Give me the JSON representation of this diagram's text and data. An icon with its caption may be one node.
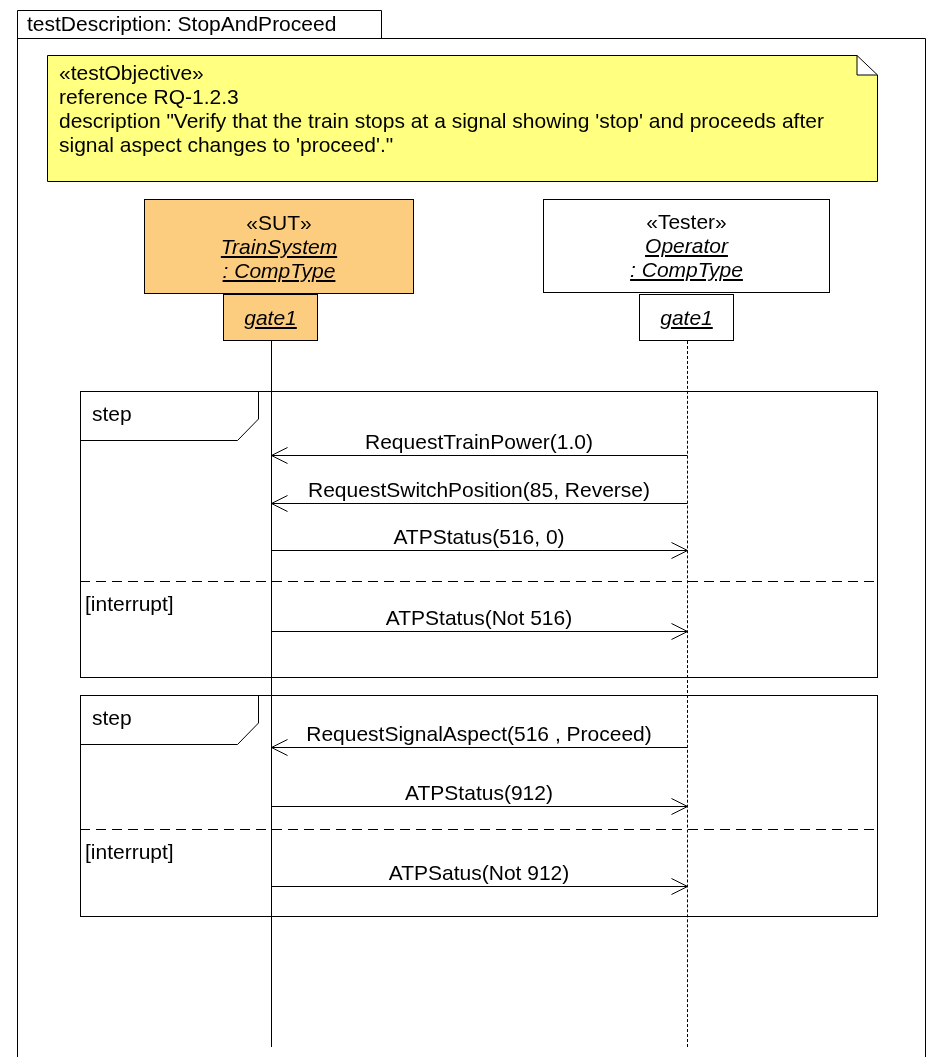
{
  "diagram": {
    "nodes": [
      {
        "text": [
          "testDescription: StopAndProceed"
        ]
      },
      {
        "text": [
          "«testObjective»",
          "reference RQ-1.2.3",
          "description \"Verify that the train stops at a signal showing 'stop' and proceeds after signal aspect changes to 'proceed'.\""
        ],
        "in": 0
      },
      {
        "text": [
          "«SUT»",
          "TrainSystem",
          ": CompType"
        ],
        "in": 0
      },
      {
        "text": [
          "gate1"
        ],
        "in": 0
      },
      {
        "text": [
          "«Tester»",
          "Operator",
          ": CompType"
        ],
        "in": 0
      },
      {
        "text": [
          "gate1"
        ],
        "in": 0
      },
      {
        "text": [],
        "shape": "line",
        "in": 0
      },
      {
        "text": [],
        "shape": "line",
        "in": 0
      }
    ],
    "labels": [
      "step",
      "[interrupt]",
      "step",
      "[interrupt]"
    ],
    "edges": [
      {
        "from": 7,
        "to": 6,
        "arrow": "to",
        "label": "RequestTrainPower(1.0)"
      },
      {
        "from": 7,
        "to": 6,
        "arrow": "to",
        "label": "RequestSwitchPosition(85, Reverse)"
      },
      {
        "from": 6,
        "to": 7,
        "arrow": "to",
        "label": "ATPStatus(516, 0)"
      },
      {
        "from": 6,
        "to": 7,
        "arrow": "to",
        "label": "ATPStatus(Not 516)"
      },
      {
        "from": 7,
        "to": 6,
        "arrow": "to",
        "label": "RequestSignalAspect(516 , Proceed)"
      },
      {
        "from": 6,
        "to": 7,
        "arrow": "to",
        "label": "ATPStatus(912)"
      },
      {
        "from": 6,
        "to": 7,
        "arrow": "to",
        "label": "ATPSatus(Not 912)"
      }
    ]
  }
}
